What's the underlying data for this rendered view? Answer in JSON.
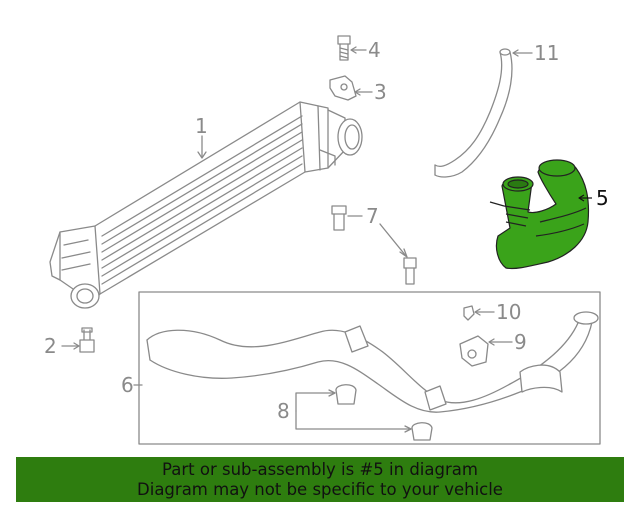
{
  "callouts": {
    "c1": "1",
    "c2": "2",
    "c3": "3",
    "c4": "4",
    "c5": "5",
    "c6": "6",
    "c7": "7",
    "c8": "8",
    "c9": "9",
    "c10": "10",
    "c11": "11"
  },
  "banner": {
    "line1": "Part or sub-assembly is #5 in diagram",
    "line2": "Diagram may not be specific to your vehicle"
  },
  "colors": {
    "highlight": "#2e7d0f",
    "part_fill": "#3aa31a",
    "line": "#8a8a8a"
  }
}
